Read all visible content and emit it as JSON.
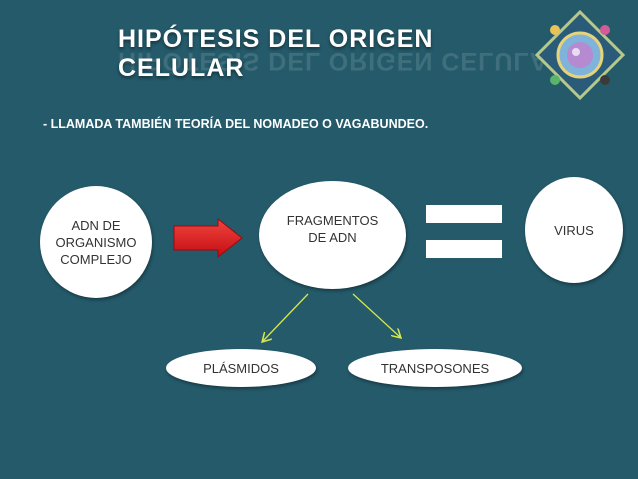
{
  "title": "HIPÓTESIS DEL ORIGEN CELULAR",
  "subtitle": "- LLAMADA TAMBIÉN TEORÍA DEL NOMADEO O VAGABUNDEO.",
  "nodes": {
    "adn_organismo": [
      "ADN DE",
      "ORGANISMO",
      "COMPLEJO"
    ],
    "fragmentos": [
      "FRAGMENTOS",
      "DE ADN"
    ],
    "virus": "VIRUS",
    "plasmidos": "PLÁSMIDOS",
    "transposones": "TRANSPOSONES"
  },
  "colors": {
    "background": "#245a6a",
    "arrow_red": "#e8141a",
    "connector_yellow": "#d6e84a",
    "node_fill": "#ffffff"
  },
  "icons": {
    "logo": "cell-globe-icon"
  }
}
